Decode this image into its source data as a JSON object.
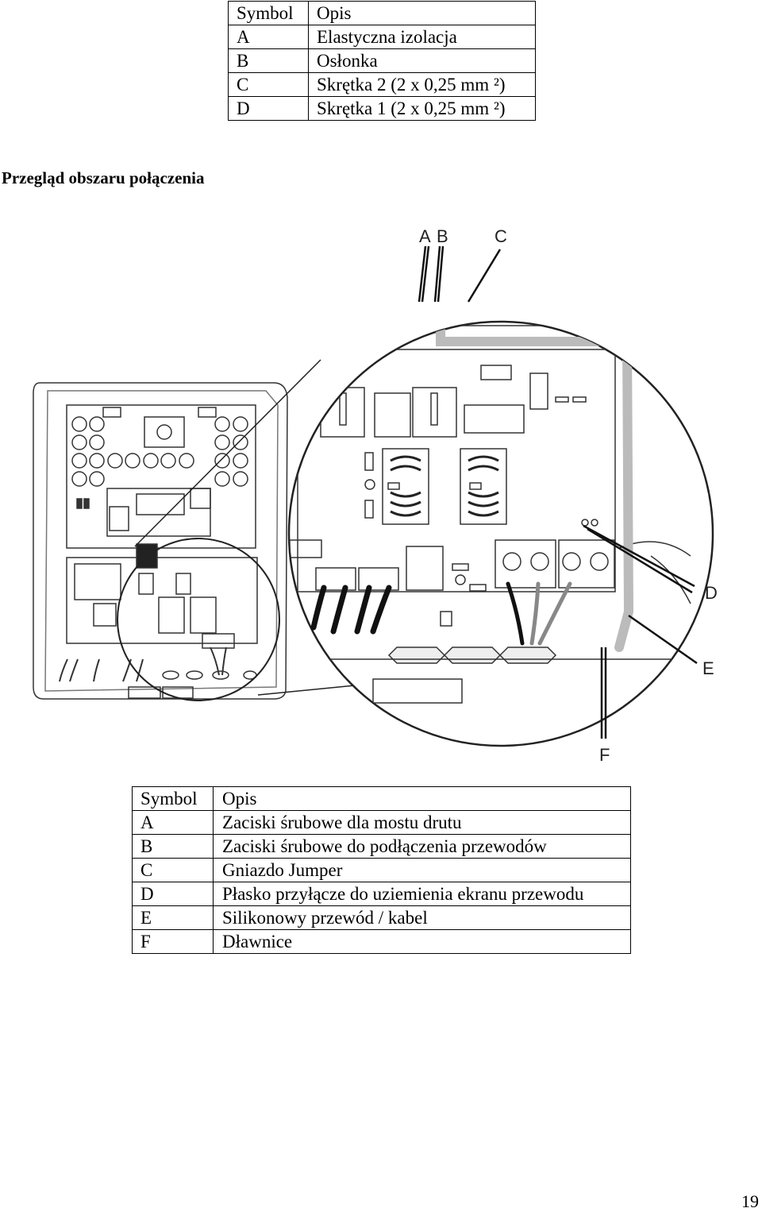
{
  "table_top": {
    "header": {
      "symbol": "Symbol",
      "description": "Opis"
    },
    "rows": [
      {
        "symbol": "A",
        "description": "Elastyczna izolacja"
      },
      {
        "symbol": "B",
        "description": "Osłonka"
      },
      {
        "symbol": "C",
        "description": "Skrętka 2 (2 x 0,25 mm ²)"
      },
      {
        "symbol": "D",
        "description": "Skrętka 1 (2 x 0,25 mm ²)"
      }
    ]
  },
  "section_heading": "Przegląd obszaru połączenia",
  "diagram": {
    "labels": {
      "a": "A",
      "b": "B",
      "c": "C",
      "d": "D",
      "e": "E",
      "f": "F"
    }
  },
  "table_bottom": {
    "header": {
      "symbol": "Symbol",
      "description": "Opis"
    },
    "rows": [
      {
        "symbol": "A",
        "description": "Zaciski śrubowe dla mostu drutu"
      },
      {
        "symbol": "B",
        "description": "Zaciski śrubowe do podłączenia przewodów"
      },
      {
        "symbol": "C",
        "description": "Gniazdo Jumper"
      },
      {
        "symbol": "D",
        "description": "Płasko przyłącze do uziemienia ekranu przewodu"
      },
      {
        "symbol": "E",
        "description": "Silikonowy przewód / kabel"
      },
      {
        "symbol": "F",
        "description": "Dławnice"
      }
    ]
  },
  "page_number": "19"
}
